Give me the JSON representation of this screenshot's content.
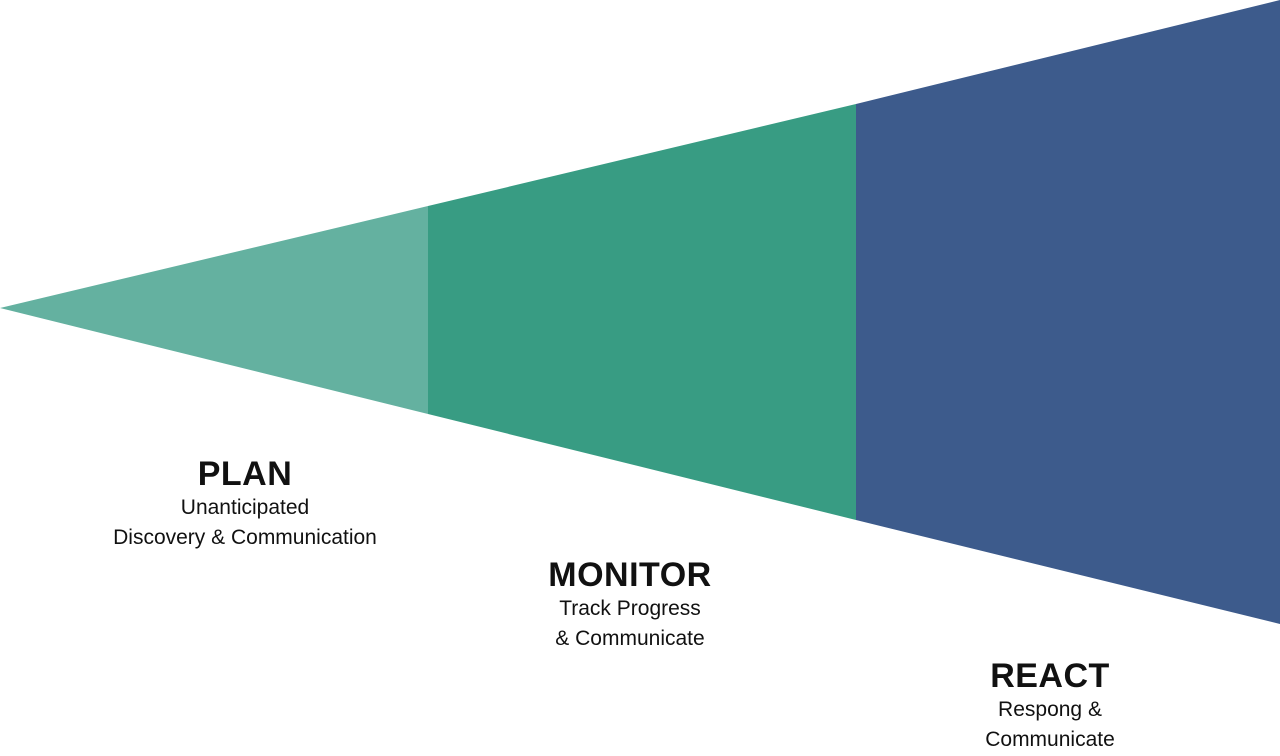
{
  "stages": [
    {
      "id": "plan",
      "title": "PLAN",
      "line1": "Unanticipated",
      "line2": "Discovery & Communication",
      "color": "#64b1a0"
    },
    {
      "id": "monitor",
      "title": "MONITOR",
      "line1": "Track Progress",
      "line2": "& Communicate",
      "color": "#389c83"
    },
    {
      "id": "react",
      "title": "REACT",
      "line1": "Respong &",
      "line2": "Communicate",
      "color": "#3d5b8c"
    }
  ]
}
